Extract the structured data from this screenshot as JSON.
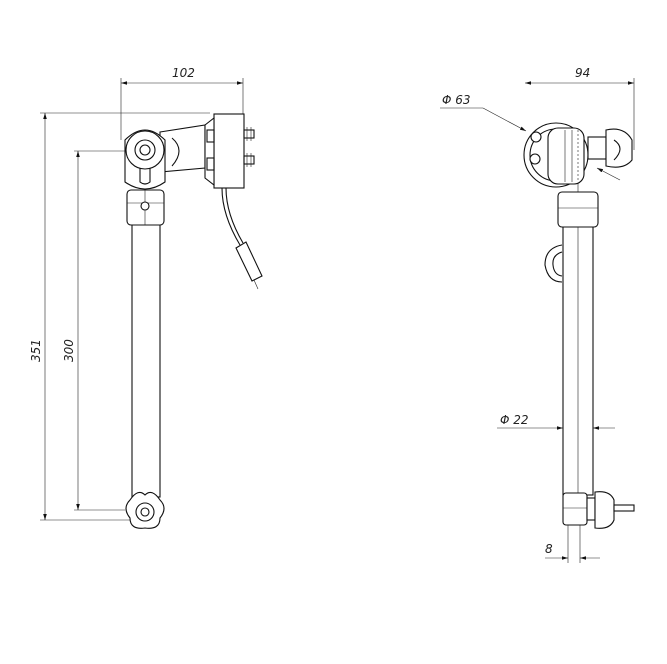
{
  "title": "Mounting arm technical drawing",
  "views": {
    "side": {
      "dim_width": "102",
      "dim_total_height": "351",
      "dim_rod_height": "300"
    },
    "front": {
      "dim_width": "94",
      "dim_head_diameter": "Φ 63",
      "dim_rod_diameter": "Φ 22",
      "dim_offset": "8"
    }
  },
  "colors": {
    "line": "#111111",
    "background": "#ffffff"
  }
}
